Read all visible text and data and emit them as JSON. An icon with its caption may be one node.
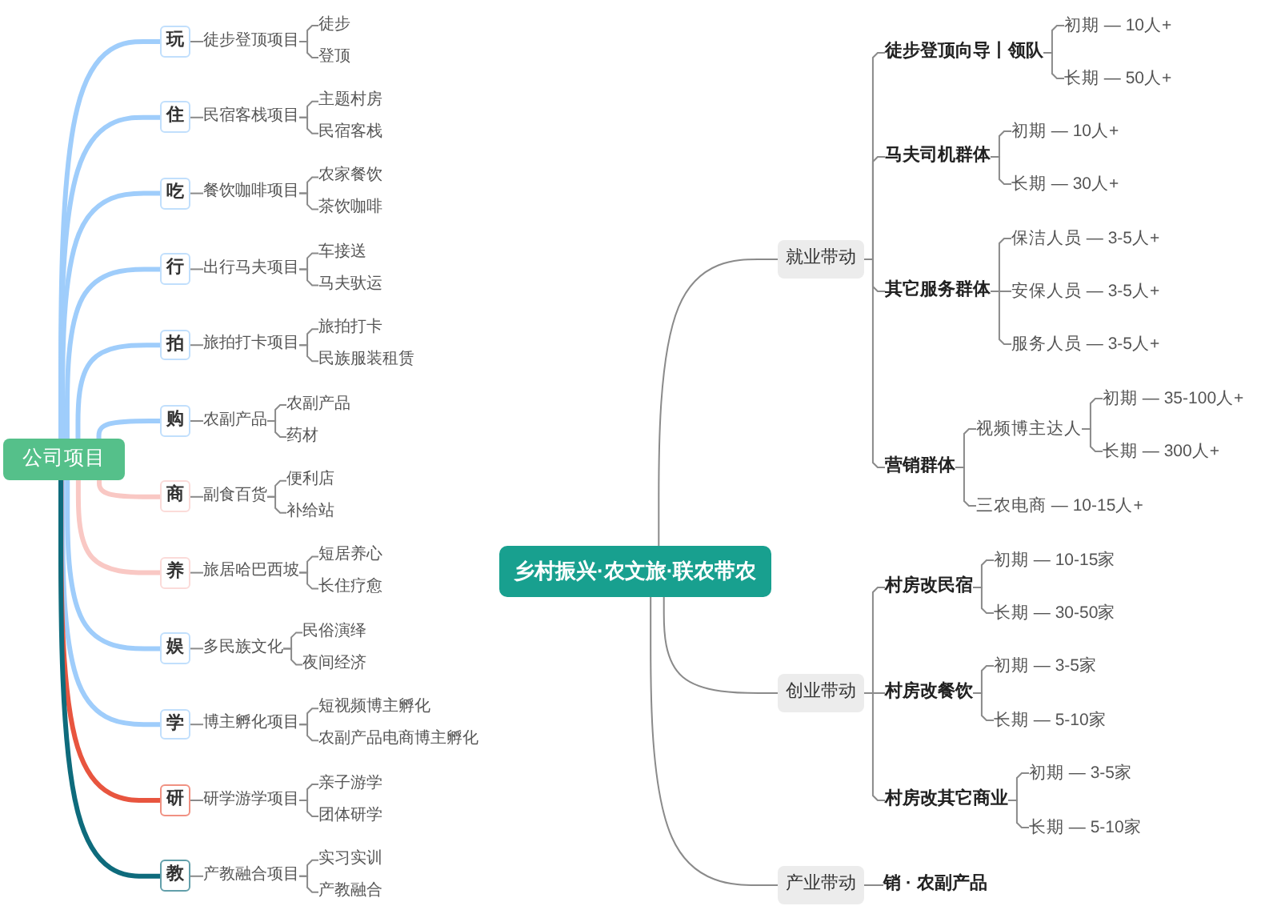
{
  "diagram": {
    "nodes": [
      {
        "text": [
          "公司项目"
        ]
      },
      {
        "text": [
          "玩"
        ]
      },
      {
        "text": [
          "徒步登顶项目"
        ]
      },
      {
        "text": [
          "徒步"
        ]
      },
      {
        "text": [
          "登顶"
        ]
      },
      {
        "text": [
          "住"
        ]
      },
      {
        "text": [
          "民宿客栈项目"
        ]
      },
      {
        "text": [
          "主题村房"
        ]
      },
      {
        "text": [
          "民宿客栈"
        ]
      },
      {
        "text": [
          "吃"
        ]
      },
      {
        "text": [
          "餐饮咖啡项目"
        ]
      },
      {
        "text": [
          "农家餐饮"
        ]
      },
      {
        "text": [
          "茶饮咖啡"
        ]
      },
      {
        "text": [
          "行"
        ]
      },
      {
        "text": [
          "出行马夫项目"
        ]
      },
      {
        "text": [
          "车接送"
        ]
      },
      {
        "text": [
          "马夫驮运"
        ]
      },
      {
        "text": [
          "拍"
        ]
      },
      {
        "text": [
          "旅拍打卡项目"
        ]
      },
      {
        "text": [
          "旅拍打卡"
        ]
      },
      {
        "text": [
          "民族服装租赁"
        ]
      },
      {
        "text": [
          "购"
        ]
      },
      {
        "text": [
          "农副产品"
        ]
      },
      {
        "text": [
          "农副产品"
        ]
      },
      {
        "text": [
          "药材"
        ]
      },
      {
        "text": [
          "商"
        ]
      },
      {
        "text": [
          "副食百货"
        ]
      },
      {
        "text": [
          "便利店"
        ]
      },
      {
        "text": [
          "补给站"
        ]
      },
      {
        "text": [
          "养"
        ]
      },
      {
        "text": [
          "旅居哈巴西坡"
        ]
      },
      {
        "text": [
          "短居养心"
        ]
      },
      {
        "text": [
          "长住疗愈"
        ]
      },
      {
        "text": [
          "娱"
        ]
      },
      {
        "text": [
          "多民族文化"
        ]
      },
      {
        "text": [
          "民俗演绎"
        ]
      },
      {
        "text": [
          "夜间经济"
        ]
      },
      {
        "text": [
          "学"
        ]
      },
      {
        "text": [
          "博主孵化项目"
        ]
      },
      {
        "text": [
          "短视频博主孵化"
        ]
      },
      {
        "text": [
          "农副产品电商博主孵化"
        ]
      },
      {
        "text": [
          "研"
        ]
      },
      {
        "text": [
          "研学游学项目"
        ]
      },
      {
        "text": [
          "亲子游学"
        ]
      },
      {
        "text": [
          "团体研学"
        ]
      },
      {
        "text": [
          "教"
        ]
      },
      {
        "text": [
          "产教融合项目"
        ]
      },
      {
        "text": [
          "实习实训"
        ]
      },
      {
        "text": [
          "产教融合"
        ]
      },
      {
        "text": [
          "乡村振兴·农文旅·联农带农"
        ]
      },
      {
        "text": [
          "就业带动"
        ]
      },
      {
        "text": [
          "徒步登顶向导丨领队"
        ]
      },
      {
        "text": [
          "初期 — 10人+"
        ]
      },
      {
        "text": [
          "长期 — 50人+"
        ]
      },
      {
        "text": [
          "马夫司机群体"
        ]
      },
      {
        "text": [
          "初期 — 10人+"
        ]
      },
      {
        "text": [
          "长期 — 30人+"
        ]
      },
      {
        "text": [
          "其它服务群体"
        ]
      },
      {
        "text": [
          "保洁人员 — 3-5人+"
        ]
      },
      {
        "text": [
          "安保人员 — 3-5人+"
        ]
      },
      {
        "text": [
          "服务人员 — 3-5人+"
        ]
      },
      {
        "text": [
          "营销群体"
        ]
      },
      {
        "text": [
          "视频博主达人"
        ]
      },
      {
        "text": [
          "初期 — 35-100人+"
        ]
      },
      {
        "text": [
          "长期 — 300人+"
        ]
      },
      {
        "text": [
          "三农电商 — 10-15人+"
        ]
      },
      {
        "text": [
          "创业带动"
        ]
      },
      {
        "text": [
          "村房改民宿"
        ]
      },
      {
        "text": [
          "初期 — 10-15家"
        ]
      },
      {
        "text": [
          "长期 — 30-50家"
        ]
      },
      {
        "text": [
          "村房改餐饮"
        ]
      },
      {
        "text": [
          "初期 — 3-5家"
        ]
      },
      {
        "text": [
          "长期 — 5-10家"
        ]
      },
      {
        "text": [
          "村房改其它商业"
        ]
      },
      {
        "text": [
          "初期 — 3-5家"
        ]
      },
      {
        "text": [
          "长期 — 5-10家"
        ]
      },
      {
        "text": [
          "产业带动"
        ]
      },
      {
        "text": [
          "销 · 农副产品"
        ]
      }
    ],
    "edges": [
      {
        "from": 0,
        "to": 1,
        "arrow": "none",
        "style": "thick",
        "color": "#9fcdfb"
      },
      {
        "from": 1,
        "to": 2,
        "arrow": "none"
      },
      {
        "from": 2,
        "to": 3,
        "arrow": "none"
      },
      {
        "from": 2,
        "to": 4,
        "arrow": "none"
      },
      {
        "from": 0,
        "to": 5,
        "arrow": "none",
        "style": "thick",
        "color": "#9fcdfb"
      },
      {
        "from": 5,
        "to": 6,
        "arrow": "none"
      },
      {
        "from": 6,
        "to": 7,
        "arrow": "none"
      },
      {
        "from": 6,
        "to": 8,
        "arrow": "none"
      },
      {
        "from": 0,
        "to": 9,
        "arrow": "none",
        "style": "thick",
        "color": "#9fcdfb"
      },
      {
        "from": 9,
        "to": 10,
        "arrow": "none"
      },
      {
        "from": 10,
        "to": 11,
        "arrow": "none"
      },
      {
        "from": 10,
        "to": 12,
        "arrow": "none"
      },
      {
        "from": 0,
        "to": 13,
        "arrow": "none",
        "style": "thick",
        "color": "#9fcdfb"
      },
      {
        "from": 13,
        "to": 14,
        "arrow": "none"
      },
      {
        "from": 14,
        "to": 15,
        "arrow": "none"
      },
      {
        "from": 14,
        "to": 16,
        "arrow": "none"
      },
      {
        "from": 0,
        "to": 17,
        "arrow": "none",
        "style": "thick",
        "color": "#9fcdfb"
      },
      {
        "from": 17,
        "to": 18,
        "arrow": "none"
      },
      {
        "from": 18,
        "to": 19,
        "arrow": "none"
      },
      {
        "from": 18,
        "to": 20,
        "arrow": "none"
      },
      {
        "from": 0,
        "to": 21,
        "arrow": "none",
        "style": "thick",
        "color": "#9fcdfb"
      },
      {
        "from": 21,
        "to": 22,
        "arrow": "none"
      },
      {
        "from": 22,
        "to": 23,
        "arrow": "none"
      },
      {
        "from": 22,
        "to": 24,
        "arrow": "none"
      },
      {
        "from": 0,
        "to": 25,
        "arrow": "none",
        "style": "thick",
        "color": "#f9c8c4"
      },
      {
        "from": 25,
        "to": 26,
        "arrow": "none"
      },
      {
        "from": 26,
        "to": 27,
        "arrow": "none"
      },
      {
        "from": 26,
        "to": 28,
        "arrow": "none"
      },
      {
        "from": 0,
        "to": 29,
        "arrow": "none",
        "style": "thick",
        "color": "#f9c8c4"
      },
      {
        "from": 29,
        "to": 30,
        "arrow": "none"
      },
      {
        "from": 30,
        "to": 31,
        "arrow": "none"
      },
      {
        "from": 30,
        "to": 32,
        "arrow": "none"
      },
      {
        "from": 0,
        "to": 33,
        "arrow": "none",
        "style": "thick",
        "color": "#9fcdfb"
      },
      {
        "from": 33,
        "to": 34,
        "arrow": "none"
      },
      {
        "from": 34,
        "to": 35,
        "arrow": "none"
      },
      {
        "from": 34,
        "to": 36,
        "arrow": "none"
      },
      {
        "from": 0,
        "to": 37,
        "arrow": "none",
        "style": "thick",
        "color": "#9fcdfb"
      },
      {
        "from": 37,
        "to": 38,
        "arrow": "none"
      },
      {
        "from": 38,
        "to": 39,
        "arrow": "none"
      },
      {
        "from": 38,
        "to": 40,
        "arrow": "none"
      },
      {
        "from": 0,
        "to": 41,
        "arrow": "none",
        "style": "thick",
        "color": "#e8553f"
      },
      {
        "from": 41,
        "to": 42,
        "arrow": "none"
      },
      {
        "from": 42,
        "to": 43,
        "arrow": "none"
      },
      {
        "from": 42,
        "to": 44,
        "arrow": "none"
      },
      {
        "from": 0,
        "to": 45,
        "arrow": "none",
        "style": "thick",
        "color": "#0e6b7c"
      },
      {
        "from": 45,
        "to": 46,
        "arrow": "none"
      },
      {
        "from": 46,
        "to": 47,
        "arrow": "none"
      },
      {
        "from": 46,
        "to": 48,
        "arrow": "none"
      },
      {
        "from": 49,
        "to": 50,
        "arrow": "none"
      },
      {
        "from": 49,
        "to": 66,
        "arrow": "none"
      },
      {
        "from": 49,
        "to": 76,
        "arrow": "none"
      },
      {
        "from": 50,
        "to": 51,
        "arrow": "none"
      },
      {
        "from": 50,
        "to": 54,
        "arrow": "none"
      },
      {
        "from": 50,
        "to": 57,
        "arrow": "none"
      },
      {
        "from": 50,
        "to": 61,
        "arrow": "none"
      },
      {
        "from": 51,
        "to": 52,
        "arrow": "none"
      },
      {
        "from": 51,
        "to": 53,
        "arrow": "none"
      },
      {
        "from": 54,
        "to": 55,
        "arrow": "none"
      },
      {
        "from": 54,
        "to": 56,
        "arrow": "none"
      },
      {
        "from": 57,
        "to": 58,
        "arrow": "none"
      },
      {
        "from": 57,
        "to": 59,
        "arrow": "none"
      },
      {
        "from": 57,
        "to": 60,
        "arrow": "none"
      },
      {
        "from": 61,
        "to": 62,
        "arrow": "none"
      },
      {
        "from": 61,
        "to": 65,
        "arrow": "none"
      },
      {
        "from": 62,
        "to": 63,
        "arrow": "none"
      },
      {
        "from": 62,
        "to": 64,
        "arrow": "none"
      },
      {
        "from": 66,
        "to": 67,
        "arrow": "none"
      },
      {
        "from": 66,
        "to": 70,
        "arrow": "none"
      },
      {
        "from": 66,
        "to": 73,
        "arrow": "none"
      },
      {
        "from": 67,
        "to": 68,
        "arrow": "none"
      },
      {
        "from": 67,
        "to": 69,
        "arrow": "none"
      },
      {
        "from": 70,
        "to": 71,
        "arrow": "none"
      },
      {
        "from": 70,
        "to": 72,
        "arrow": "none"
      },
      {
        "from": 73,
        "to": 74,
        "arrow": "none"
      },
      {
        "from": 73,
        "to": 75,
        "arrow": "none"
      },
      {
        "from": 76,
        "to": 77,
        "arrow": "none"
      }
    ]
  }
}
